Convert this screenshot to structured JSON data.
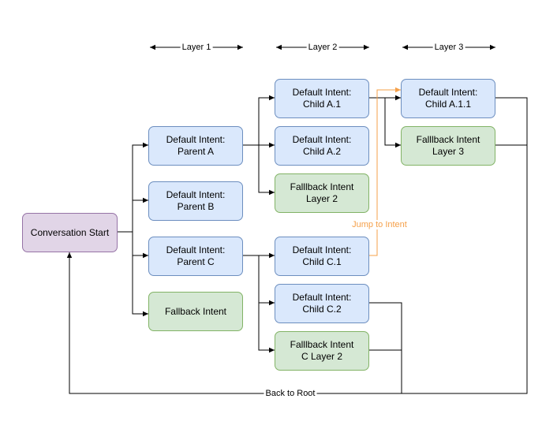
{
  "layers": {
    "layer1": "Layer 1",
    "layer2": "Layer 2",
    "layer3": "Layer 3"
  },
  "nodes": {
    "conversation_start": "Conversation Start",
    "parent_a": "Default Intent:\nParent A",
    "parent_b": "Default Intent:\nParent B",
    "parent_c": "Default Intent:\nParent C",
    "fallback_intent": "Fallback Intent",
    "child_a1": "Default Intent:\nChild A.1",
    "child_a2": "Default Intent:\nChild A.2",
    "fallback_layer2": "Falllback Intent\nLayer 2",
    "child_c1": "Default Intent:\nChild C.1",
    "child_c2": "Default Intent:\nChild C.2",
    "fallback_c_layer2": "Falllback Intent\nC Layer 2",
    "child_a11": "Default Intent:\nChild A.1.1",
    "fallback_layer3": "Falllback Intent\nLayer 3"
  },
  "edge_labels": {
    "jump_to_intent": "Jump to Intent",
    "back_to_root": "Back to Root"
  },
  "colors": {
    "start_fill": "#e1d5e7",
    "default_fill": "#dae8fc",
    "fallback_fill": "#d5e8d4",
    "jump_edge": "#f5a04a"
  }
}
